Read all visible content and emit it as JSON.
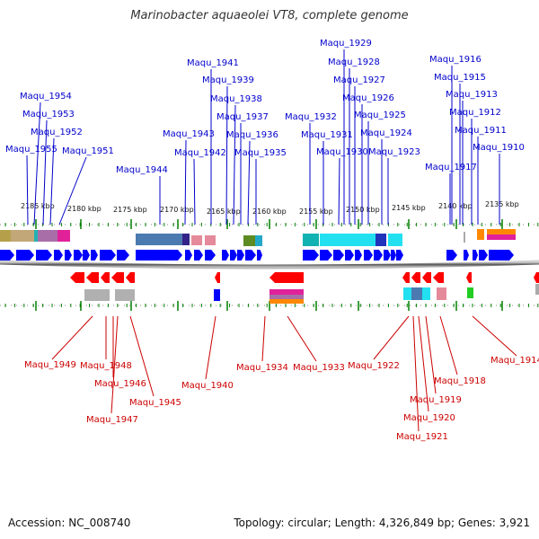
{
  "title": "Marinobacter aquaeolei VT8, complete genome",
  "footer": {
    "accession": "Accession: NC_008740",
    "topology": "Topology: circular; Length: 4,326,849 bp; Genes: 3,921"
  },
  "colors": {
    "forward": "#0000ff",
    "reverse": "#ff0000",
    "forward_label": "#0000cc",
    "reverse_label": "#cc0000",
    "tick": "#008000",
    "axis": "#888888"
  },
  "scale_labels": [
    "2185 kbp",
    "2180 kbp",
    "2175 kbp",
    "2170 kbp",
    "2165 kbp",
    "2160 kbp",
    "2155 kbp",
    "2150 kbp",
    "2145 kbp",
    "2140 kbp",
    "2135 kbp"
  ],
  "forward_genes": [
    "Maqu_1954",
    "Maqu_1953",
    "Maqu_1952",
    "Maqu_1955",
    "Maqu_1951",
    "Maqu_1944",
    "Maqu_1941",
    "Maqu_1939",
    "Maqu_1938",
    "Maqu_1937",
    "Maqu_1936",
    "Maqu_1943",
    "Maqu_1942",
    "Maqu_1935",
    "Maqu_1929",
    "Maqu_1928",
    "Maqu_1927",
    "Maqu_1926",
    "Maqu_1925",
    "Maqu_1932",
    "Maqu_1931",
    "Maqu_1924",
    "Maqu_1930",
    "Maqu_1923",
    "Maqu_1916",
    "Maqu_1915",
    "Maqu_1913",
    "Maqu_1912",
    "Maqu_1911",
    "Maqu_1910",
    "Maqu_1917"
  ],
  "reverse_genes": [
    "Maqu_1949",
    "Maqu_1948",
    "Maqu_1946",
    "Maqu_1947",
    "Maqu_1945",
    "Maqu_1940",
    "Maqu_1934",
    "Maqu_1933",
    "Maqu_1922",
    "Maqu_1918",
    "Maqu_1919",
    "Maqu_1920",
    "Maqu_1921",
    "Maqu_1914"
  ]
}
